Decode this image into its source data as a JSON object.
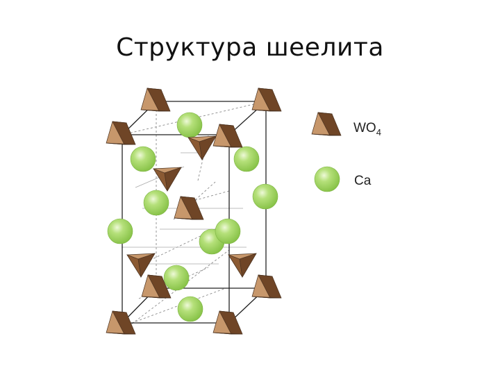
{
  "slide": {
    "title": "Структура шеелита"
  },
  "legend": {
    "tetra_label": "WO",
    "tetra_sub": "4",
    "sphere_label": "Ca"
  },
  "colors": {
    "tetra_light": "#c6956a",
    "tetra_dark": "#7a4f2c",
    "tetra_edge": "#4a3220",
    "sphere_fill": "#9bd35a",
    "sphere_highlight": "#e6f7c8",
    "frame": "#222222",
    "guide": "#9a9a9a"
  }
}
